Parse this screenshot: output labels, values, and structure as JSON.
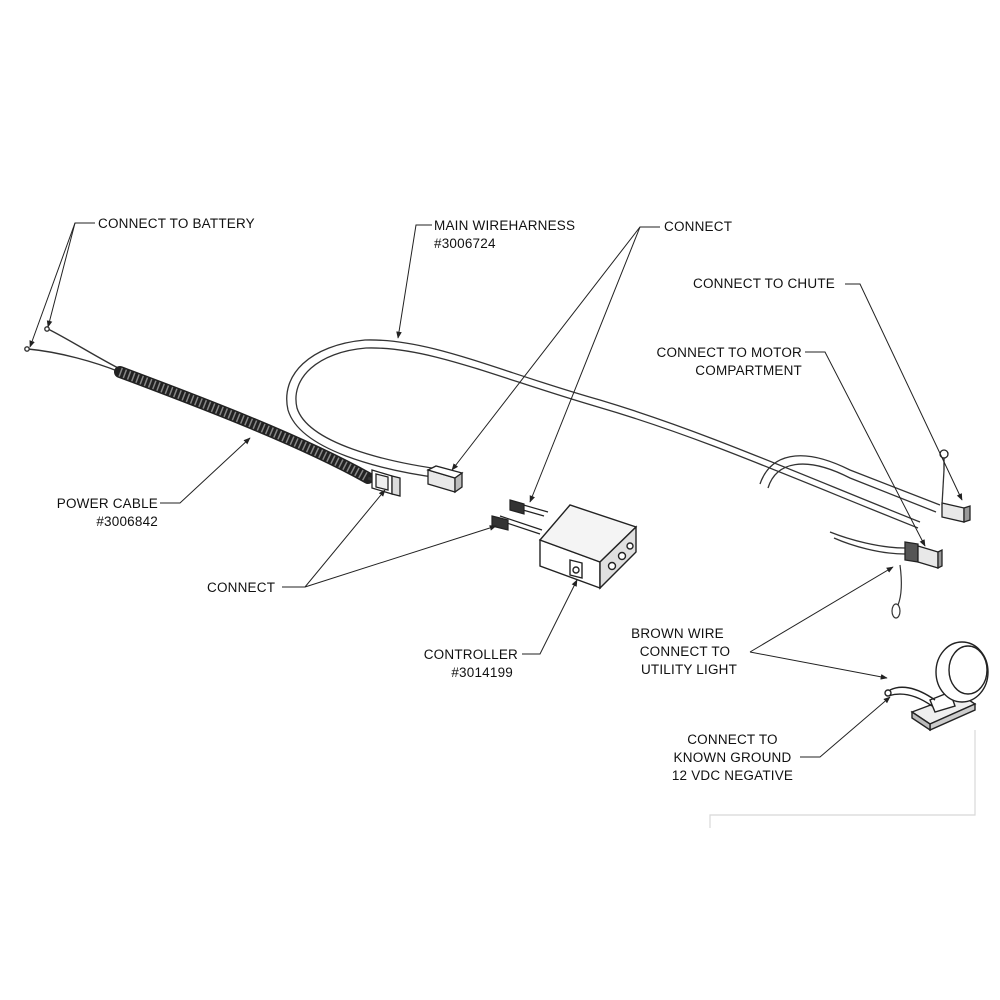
{
  "labels": {
    "connect_to_battery": "CONNECT TO BATTERY",
    "main_wireharness": "MAIN WIREHARNESS",
    "main_wireharness_part": "#3006724",
    "connect_top": "CONNECT",
    "connect_to_chute": "CONNECT TO CHUTE",
    "connect_to_motor_line1": "CONNECT TO MOTOR",
    "connect_to_motor_line2": "COMPARTMENT",
    "power_cable": "POWER CABLE",
    "power_cable_part": "#3006842",
    "connect_bottom": "CONNECT",
    "controller": "CONTROLLER",
    "controller_part": "#3014199",
    "brown_wire_line1": "BROWN WIRE",
    "brown_wire_line2": "CONNECT TO",
    "brown_wire_line3": "UTILITY LIGHT",
    "ground_line1": "CONNECT TO",
    "ground_line2": "KNOWN GROUND",
    "ground_line3": "12 VDC NEGATIVE"
  }
}
